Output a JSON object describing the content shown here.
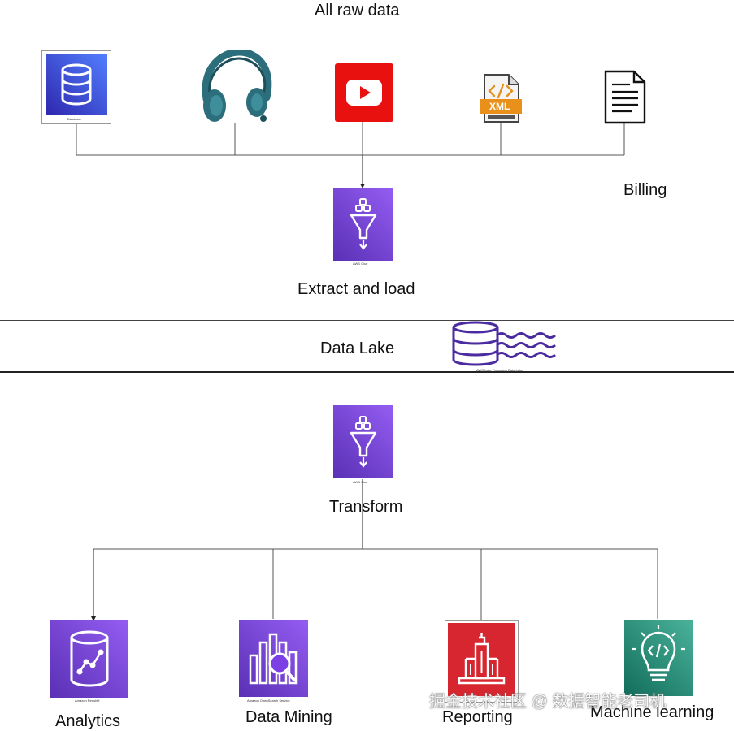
{
  "sources": {
    "title": "All raw data",
    "database_caption": "Database",
    "billing_label": "Billing",
    "xml_badge": "XML"
  },
  "extract": {
    "caption": "AWS Glue",
    "label": "Extract and load"
  },
  "lake": {
    "label": "Data Lake",
    "caption": "AWS Lake Formation Data Lake"
  },
  "transform": {
    "caption": "AWS Glue",
    "label": "Transform"
  },
  "outputs": {
    "analytics": {
      "caption": "Amazon Redshift",
      "label": "Analytics"
    },
    "mining": {
      "caption": "Amazon OpenSearch Service",
      "label": "Data Mining"
    },
    "reporting": {
      "caption": "",
      "label": "Reporting"
    },
    "ml": {
      "caption": "",
      "label": "Machine learning"
    }
  },
  "watermark": "掘金技术社区 @ 数据智能老司机",
  "colors": {
    "aws_purple": "#7B3FE4",
    "db_blue": "#3B48CC",
    "youtube_red": "#E8110F",
    "report_red": "#D7262F",
    "ml_green": "#1A8F73",
    "headset_teal": "#2C6E7B",
    "xml_orange": "#E8901A"
  }
}
